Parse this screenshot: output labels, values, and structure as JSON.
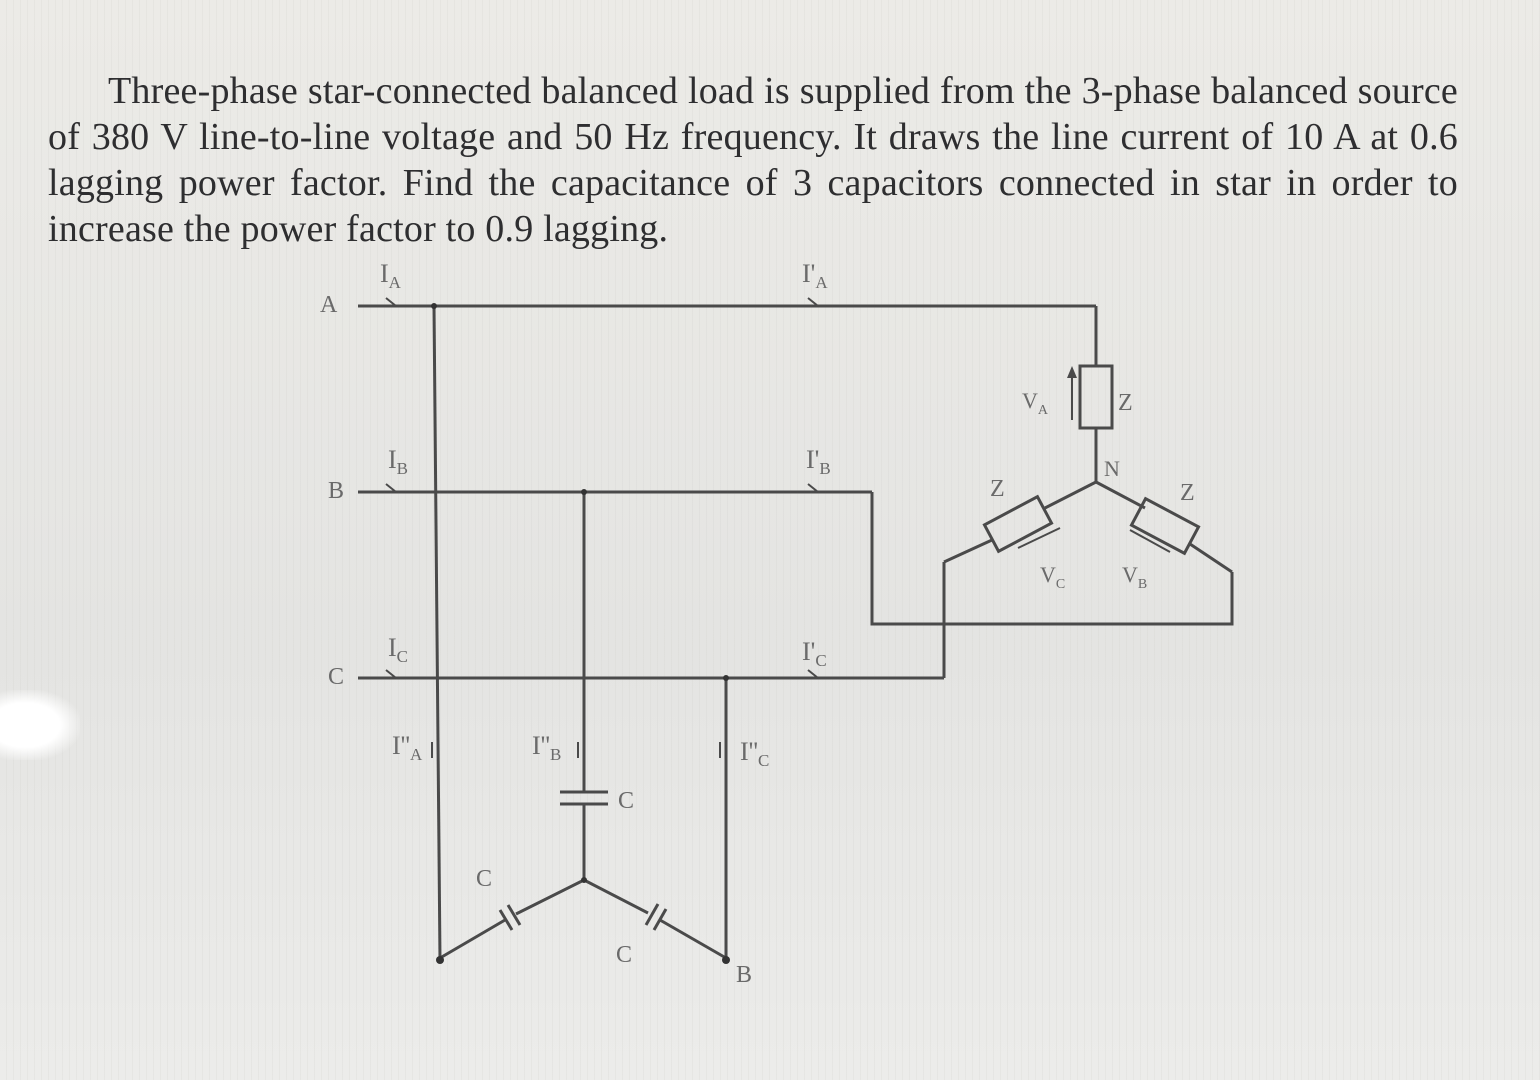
{
  "problem": {
    "text": "Three-phase star-connected balanced load is supplied from the 3-phase balanced source of 380 V line-to-line voltage and 50 Hz frequency. It draws the line current of 10 A at 0.6 lagging power factor. Find the capacitance of 3 capacitors connected in star in order to increase the power factor to 0.9 lagging."
  },
  "diagram": {
    "lines": {
      "a": "A",
      "b": "B",
      "c": "C"
    },
    "source_currents": {
      "a": "I",
      "a_sub": "A",
      "b": "I",
      "b_sub": "B",
      "c": "I",
      "c_sub": "C"
    },
    "load_currents": {
      "a": "I'",
      "a_sub": "A",
      "b": "I'",
      "b_sub": "B",
      "c": "I'",
      "c_sub": "C"
    },
    "cap_currents": {
      "a": "I''",
      "a_sub": "A",
      "b": "I''",
      "b_sub": "B",
      "c": "I''",
      "c_sub": "C"
    },
    "load": {
      "impedance_a": "Z",
      "impedance_b": "Z",
      "impedance_c": "Z",
      "neutral": "N",
      "va": "V",
      "va_sub": "A",
      "vb": "V",
      "vb_sub": "B",
      "vc": "V",
      "vc_sub": "C"
    },
    "capacitors": {
      "c1": "C",
      "c2": "C",
      "c3": "C",
      "end_label": "B"
    }
  }
}
